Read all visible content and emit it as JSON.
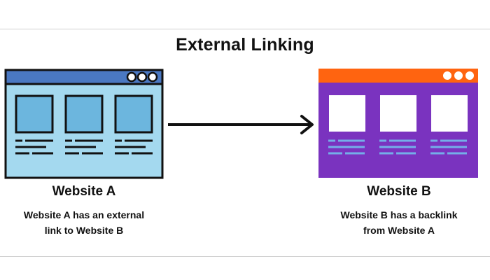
{
  "title": "External Linking",
  "colors": {
    "site_a_header": "#4A78C2",
    "site_a_body": "#A4D9EF",
    "site_a_panel": "#6CB6DE",
    "site_a_outline": "#111111",
    "site_b_header": "#FF6410",
    "site_b_body": "#7A33BF",
    "site_b_panel": "#FFFFFF",
    "site_b_lines": "#74AEE8",
    "arrow": "#111111"
  },
  "website_a": {
    "name": "Website A",
    "description_line1": "Website A has an external",
    "description_line2": "link to Website B"
  },
  "website_b": {
    "name": "Website B",
    "description_line1": "Website B has a backlink",
    "description_line2": "from Website A"
  },
  "arrow": {
    "from": "website_a",
    "to": "website_b",
    "icon": "arrow-right-icon"
  }
}
